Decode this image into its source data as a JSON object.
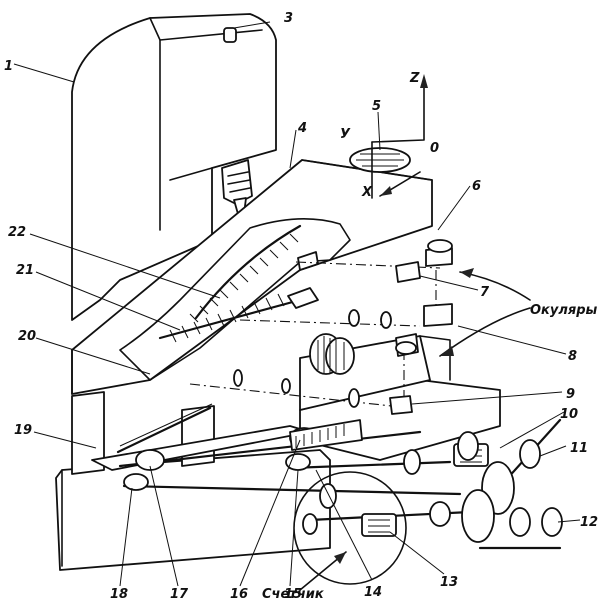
{
  "labels": {
    "n1": "1",
    "n3": "3",
    "n4": "4",
    "n5": "5",
    "n6": "6",
    "n7": "7",
    "n8": "8",
    "n9": "9",
    "n10": "10",
    "n11": "11",
    "n12": "12",
    "n13": "13",
    "n14": "14",
    "n15": "15",
    "n16": "16",
    "n17": "17",
    "n18": "18",
    "n19": "19",
    "n20": "20",
    "n21": "21",
    "n22": "22"
  },
  "axes": {
    "z": "Z",
    "y": "У",
    "x": "Х",
    "o": "0"
  },
  "captions": {
    "eyepieces": "Окуляры",
    "counter": "Счетчик"
  }
}
